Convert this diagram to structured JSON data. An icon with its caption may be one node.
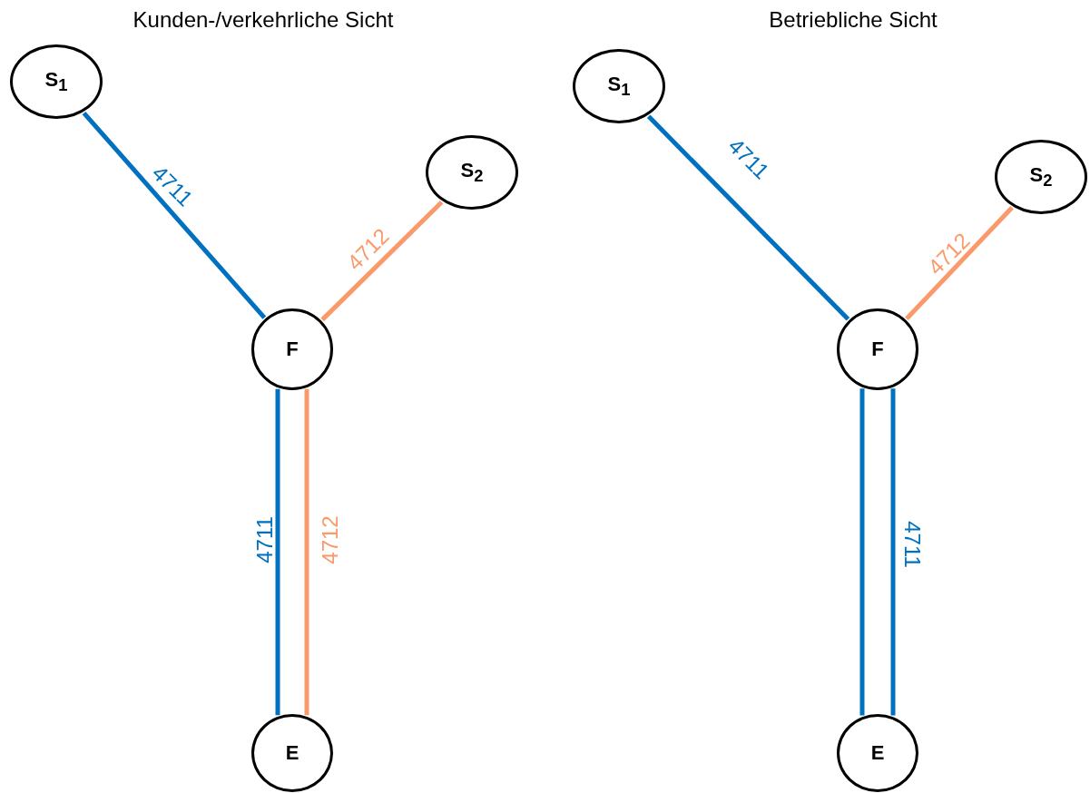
{
  "diagram": {
    "nodes": [
      {
        "text": [
          "S$_{1}$"
        ]
      },
      {
        "text": [
          "S$_{2}$"
        ]
      },
      {
        "text": [
          "F"
        ]
      },
      {
        "text": [
          "E"
        ]
      },
      {
        "text": [
          "S$_{1}$"
        ]
      },
      {
        "text": [
          "S$_{2}$"
        ]
      },
      {
        "text": [
          "F"
        ]
      },
      {
        "text": [
          "E"
        ]
      }
    ],
    "edges": [
      {
        "from": 0,
        "to": 2,
        "arrow": "none",
        "label": "4711"
      },
      {
        "from": 1,
        "to": 2,
        "arrow": "none",
        "label": "4712",
        "color": "#fa9a6a"
      },
      {
        "from": 2,
        "to": 3,
        "arrow": "none",
        "label": "4711"
      },
      {
        "from": 2,
        "to": 3,
        "arrow": "none",
        "label": "4712",
        "color": "#fa9a6a"
      },
      {
        "from": 4,
        "to": 6,
        "arrow": "none",
        "label": "4711"
      },
      {
        "from": 5,
        "to": 6,
        "arrow": "none",
        "label": "4712",
        "color": "#fa9a6a"
      },
      {
        "from": 6,
        "to": 7,
        "arrow": "none"
      },
      {
        "from": 6,
        "to": 7,
        "arrow": "none",
        "label": "4711"
      }
    ],
    "labels": [
      "Kunden-/verkehrliche Sicht",
      "Betriebliche Sicht"
    ]
  }
}
